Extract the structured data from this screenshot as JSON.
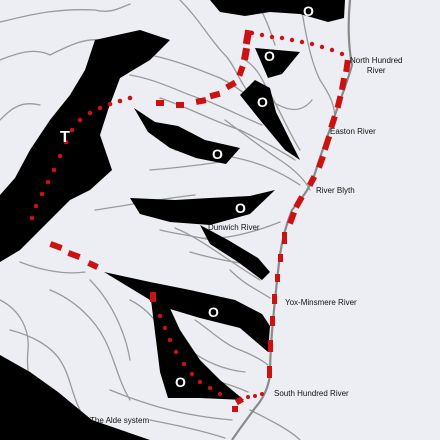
{
  "map": {
    "background_color": "#eceef3",
    "land_color": "#000000",
    "river_color": "#9a9a9a",
    "coast_color": "#8a8a8a",
    "boundary_color": "#cc1111",
    "labels": {
      "north_hundred": "North Hundred\nRiver",
      "easton": "Easton River",
      "blyth": "River Blyth",
      "dunwich": "Dunwich River",
      "yox": "Yox-Minsmere River",
      "south_hundred": "South Hundred River",
      "alde": "The Alde system"
    },
    "markers": {
      "o_symbol": "O",
      "t_symbol": "T"
    }
  }
}
